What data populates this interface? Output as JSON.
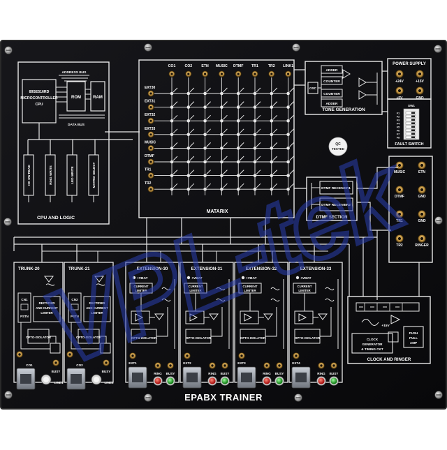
{
  "panel": {
    "title": "EPABX TRAINER",
    "watermark": "VPL-tek",
    "background_color": "#0d0d10",
    "line_color": "#e8e8e8",
    "watermark_color": "#2a3fb0"
  },
  "cpu": {
    "title": "CPU AND LOGIC",
    "mcu_line1": "89SE516RD",
    "mcu_line2": "MICROCONTROLLER",
    "mcu_line3": "CPU",
    "address_bus": "ADDRESS BUS",
    "data_bus": "DATA BUS",
    "rom": "ROM",
    "ram": "RAM",
    "io": [
      "HK SW READ",
      "RING WRITE",
      "LED WRITE",
      "MATRIX SELECT"
    ]
  },
  "matrix": {
    "title": "MATARIX",
    "columns": [
      "CO1",
      "CO2",
      "ETN",
      "MUSIC",
      "DTMF",
      "TR1",
      "TR2",
      "LINK1"
    ],
    "rows": [
      "EXT30",
      "EXT31",
      "EXT32",
      "EXT33",
      "MUSIC",
      "DTMF",
      "TR1",
      "TR2"
    ]
  },
  "tone": {
    "title": "TONE GENERATION",
    "osc": "OSC",
    "blocks": [
      "ADDER",
      "COUNTER",
      "COUNTER",
      "ADDER"
    ]
  },
  "power": {
    "title": "POWER SUPPLY",
    "terminals": [
      "+24V",
      "+15V",
      "+5V",
      "GND"
    ]
  },
  "fault": {
    "title": "FAULT SWITCH",
    "switch_label": "SW1",
    "switches": [
      "F1",
      "F2",
      "F3",
      "F4",
      "F5",
      "F6",
      "F7",
      "F8"
    ]
  },
  "qc_sticker": {
    "line1": "QC",
    "line2": "TESTED"
  },
  "dtmf": {
    "title": "DTMF SECTION",
    "receivers": [
      "DTMF RECEIVER1",
      "DTMF RECEIVER2"
    ]
  },
  "side_terminals": [
    "MUSIC",
    "ETN",
    "DTMF",
    "GND",
    "TR1",
    "GND",
    "TR2",
    "RINGER"
  ],
  "trunks": [
    {
      "title": "TRUNK-20",
      "cn": "CN1",
      "pstn": "PSTN",
      "rect": "RECTIFIER AND CURRENT LIMITER",
      "opto": "OPTO-ISOLATOR",
      "co": "CO1",
      "busy": "BUSY",
      "line": "LINE1"
    },
    {
      "title": "TRUNK-21",
      "cn": "CN2",
      "pstn": "PSTN",
      "rect": "RECTIFIER AND CURRENT LIMITER",
      "opto": "OPTO-ISOLATOR",
      "co": "CO2",
      "busy": "BUSY",
      "line": "LINE2"
    }
  ],
  "extensions": [
    {
      "title": "EXTENSION-30",
      "vbat": "+VBAT",
      "limiter": "CURRENT LIMITER",
      "opto": "OPTO-ISOLATOR",
      "ext": "EXT1",
      "ring": "RING",
      "busy": "BUSY"
    },
    {
      "title": "EXTENSION-31",
      "vbat": "+VBAT",
      "limiter": "CURRENT LIMITER",
      "opto": "OPTO-ISOLATOR",
      "ext": "EXT2",
      "ring": "RING",
      "busy": "BUSY"
    },
    {
      "title": "EXTENSION-32",
      "vbat": "+VBAT",
      "limiter": "CURRENT LIMITER",
      "opto": "OPTO-ISOLATOR",
      "ext": "EXT3",
      "ring": "RING",
      "busy": "BUSY"
    },
    {
      "title": "EXTENSION-33",
      "vbat": "+VBAT",
      "limiter": "CURRENT LIMITER",
      "opto": "OPTO-ISOLATOR",
      "ext": "EXT4",
      "ring": "RING",
      "busy": "BUSY"
    }
  ],
  "clock": {
    "title": "CLOCK AND RINGER",
    "v15": "+15V",
    "generator_line1": "CLOCK",
    "generator_line2": "GENERATOR",
    "generator_line3": "& TIMING CKT",
    "amp_line1": "PUSH",
    "amp_line2": "PULL",
    "amp_line3": "AMP"
  }
}
